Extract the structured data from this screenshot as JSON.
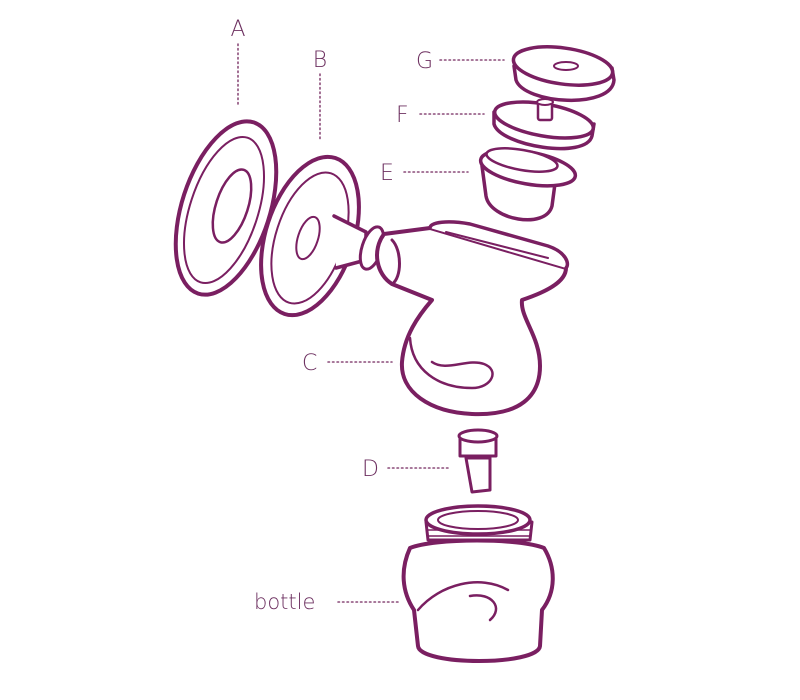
{
  "colors": {
    "outline": "#7a1f61",
    "shade": "#d9c3cf",
    "text": "#6d3060",
    "leader": "#8a4a78"
  },
  "labels": {
    "a": "A",
    "b": "B",
    "c": "C",
    "d": "D",
    "e": "E",
    "f": "F",
    "g": "G",
    "bottle": "bottle"
  }
}
